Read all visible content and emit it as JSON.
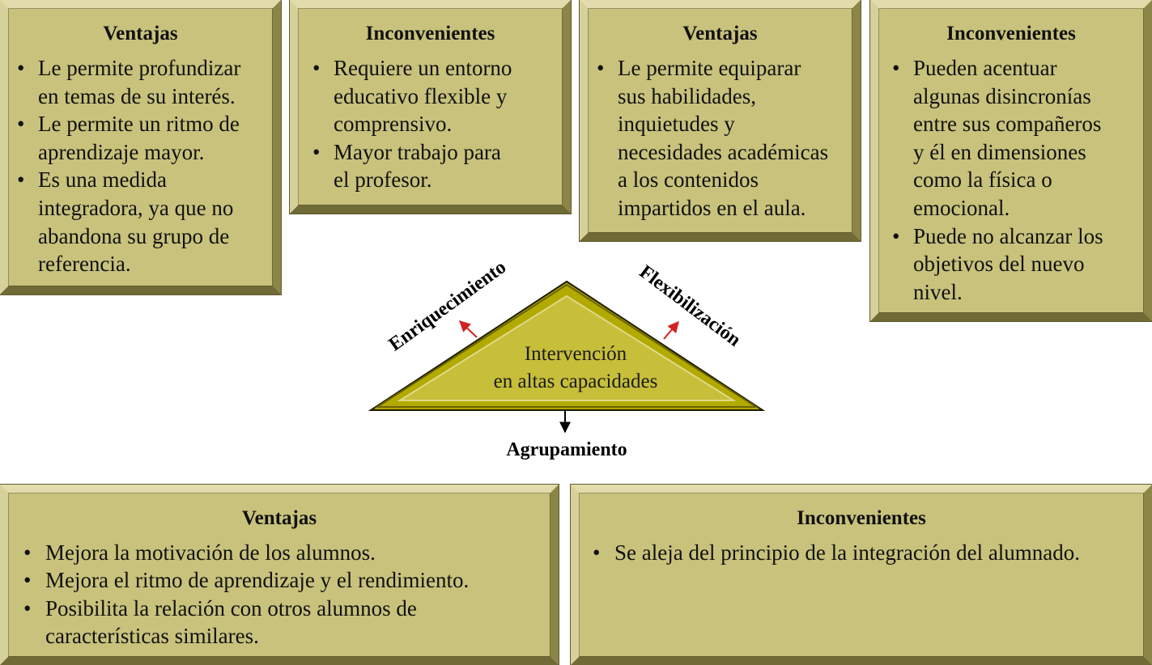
{
  "center": {
    "line1": "Intervención",
    "line2": "en altas capacidades"
  },
  "branches": {
    "left": "Enriquecimiento",
    "right": "Flexibilización",
    "bottom": "Agrupamiento"
  },
  "enriquecimiento": {
    "ventajas": {
      "title": "Ventajas",
      "items": [
        [
          "Le permite profundizar",
          "en temas de su interés."
        ],
        [
          "Le permite un ritmo de",
          "aprendizaje mayor."
        ],
        [
          "Es una medida",
          "integradora, ya que no",
          "abandona su grupo de",
          "referencia."
        ]
      ]
    },
    "inconvenientes": {
      "title": "Inconvenientes",
      "items": [
        [
          "Requiere un entorno",
          "educativo flexible y",
          "comprensivo."
        ],
        [
          "Mayor trabajo para",
          "el profesor."
        ]
      ]
    }
  },
  "flexibilizacion": {
    "ventajas": {
      "title": "Ventajas",
      "items": [
        [
          "Le permite equiparar",
          "sus habilidades,",
          "inquietudes y",
          "necesidades académicas",
          "a los contenidos",
          "impartidos en el aula."
        ]
      ]
    },
    "inconvenientes": {
      "title": "Inconvenientes",
      "items": [
        [
          "Pueden acentuar",
          "algunas disincronías",
          "entre sus compañeros",
          "y él en dimensiones",
          "como la física o",
          "emocional."
        ],
        [
          "Puede no alcanzar los",
          "objetivos del nuevo",
          "nivel."
        ]
      ]
    }
  },
  "agrupamiento": {
    "ventajas": {
      "title": "Ventajas",
      "items": [
        [
          "Mejora la motivación de los alumnos."
        ],
        [
          "Mejora el ritmo de aprendizaje y el rendimiento."
        ],
        [
          "Posibilita la relación con otros alumnos de",
          "características similares."
        ]
      ]
    },
    "inconvenientes": {
      "title": "Inconvenientes",
      "items": [
        [
          "Se aleja del principio de la integración del alumnado."
        ]
      ]
    }
  },
  "bullet": "•",
  "colors": {
    "card_fill": "#c9c27c",
    "triangle_fill": "#a8a000",
    "triangle_inner": "#c4bb2a",
    "arrow_red": "#d42020",
    "arrow_black": "#000000"
  }
}
